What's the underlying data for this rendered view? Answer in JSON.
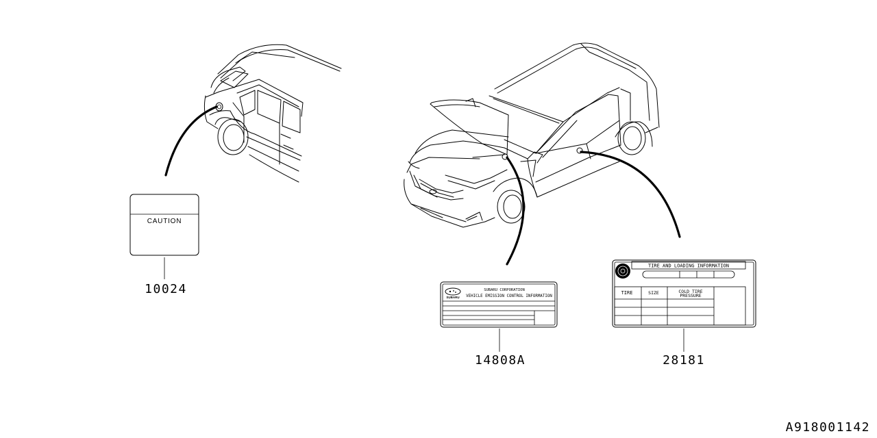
{
  "parts": [
    {
      "part_number": "10024",
      "label_text": "CAUTION"
    },
    {
      "part_number": "14808A",
      "brand_logo": "SUBARU",
      "label_lines": [
        "SUBARU CORPORATION",
        "VEHICLE EMISSION CONTROL INFORMATION"
      ]
    },
    {
      "part_number": "28181",
      "label_title": "TIRE AND LOADING INFORMATION",
      "columns": [
        "TIRE",
        "SIZE",
        "COLD TIRE",
        "PRESSURE"
      ]
    }
  ],
  "diagram_id": "A918001142",
  "icons": [
    "car-rear-view-illustration",
    "car-front-open-hood-illustration",
    "tire-icon",
    "subaru-logo-icon"
  ]
}
